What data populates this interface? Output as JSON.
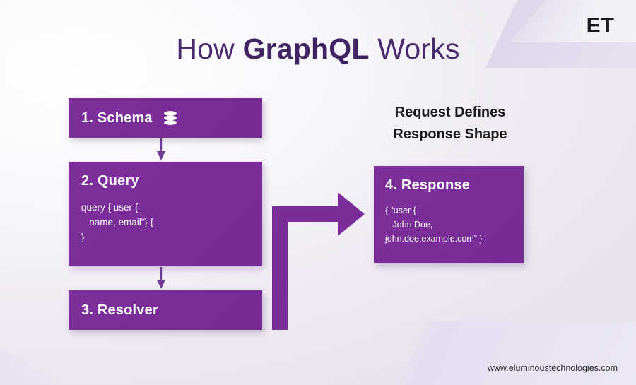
{
  "brand": {
    "logo_text": "ET",
    "footer_url": "www.eluminoustechnologies.com"
  },
  "header": {
    "title_prefix": "How ",
    "title_highlight": "GraphQL",
    "title_suffix": " Works"
  },
  "caption": {
    "line1": "Request Defines",
    "line2": "Response Shape"
  },
  "nodes": [
    {
      "id": "schema",
      "title": "1. Schema",
      "icon": "database-icon",
      "code": ""
    },
    {
      "id": "query",
      "title": "2. Query",
      "code": "query { user {\n   name, email”} {\n}"
    },
    {
      "id": "resolver",
      "title": "3. Resolver",
      "code": ""
    },
    {
      "id": "response",
      "title": "4. Response",
      "code": "{ “user {\n   John Doe,\njohn.doe.example.com” }"
    }
  ],
  "connectors": [
    {
      "id": "schema-to-query",
      "type": "arrow-down"
    },
    {
      "id": "query-to-resolver",
      "type": "arrow-down"
    },
    {
      "id": "resolver-to-response",
      "type": "arrow-right-elbow"
    }
  ],
  "colors": {
    "box": "#7b2d99",
    "title": "#4a2a6e",
    "arrow": "#7b2d99",
    "thin_arrow": "#6f3d94",
    "background": "#f1ecf5"
  }
}
